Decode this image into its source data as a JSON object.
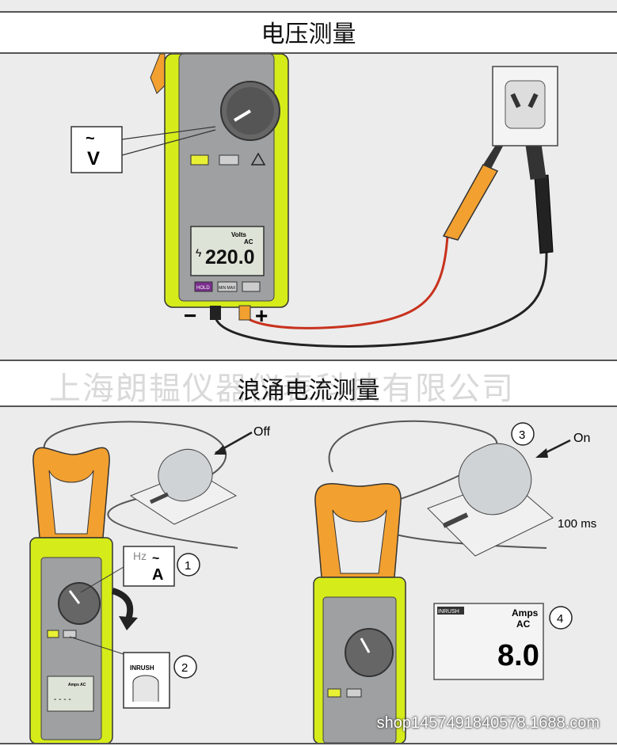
{
  "section1": {
    "title": "电压测量",
    "dial_callout": "V",
    "lcd": {
      "unit": "Volts",
      "mode": "AC",
      "value": "220.0"
    },
    "buttons": [
      "HOLD",
      "MIN MAX"
    ],
    "minus_label": "−",
    "plus_label": "+"
  },
  "watermark": "上海朗韫仪器仪表科技有限公司",
  "section2": {
    "title": "浪涌电流测量",
    "off_label": "Off",
    "on_label": "On",
    "time_label": "100 ms",
    "callout_hz": "Hz",
    "callout_a": "A",
    "inrush_button": "INRUSH",
    "steps": [
      "1",
      "2",
      "3",
      "4"
    ],
    "lcd_left": {
      "units": "Amps AC",
      "value": "- - - -"
    },
    "lcd_right": {
      "tag": "INRUSH",
      "unit": "Amps",
      "mode": "AC",
      "value": "8.0"
    }
  },
  "footer": "shop1457491840578.1688.com",
  "colors": {
    "yellow": "#d6ec1a",
    "orange": "#f2a030",
    "panel": "#ececec",
    "lcd": "#dde3d6"
  }
}
